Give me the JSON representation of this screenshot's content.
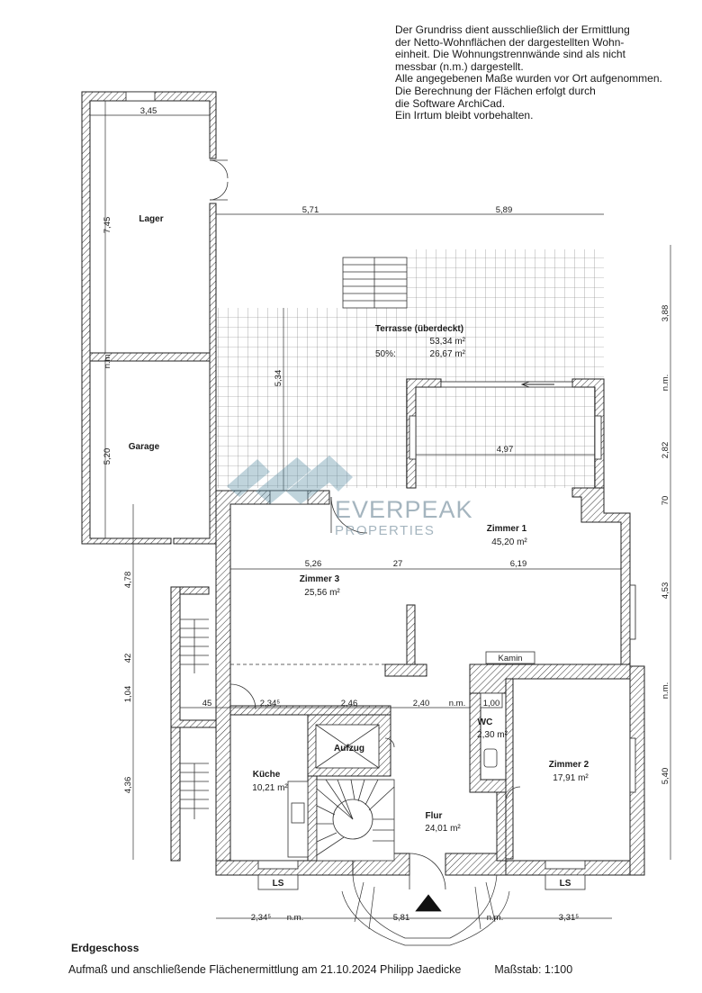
{
  "note": {
    "lines": [
      "Der Grundriss dient ausschließlich der Ermittlung",
      "der Netto-Wohnflächen der dargestellten Wohn-",
      "einheit. Die Wohnungstrennwände sind als nicht",
      "messbar (n.m.) dargestellt.",
      "Alle angegebenen Maße wurden vor Ort aufgenommen.",
      "Die Berechnung der Flächen erfolgt durch",
      "die Software ArchiCad.",
      "Ein Irrtum bleibt vorbehalten."
    ]
  },
  "rooms": {
    "lager": {
      "name": "Lager"
    },
    "garage": {
      "name": "Garage"
    },
    "terrasse": {
      "name": "Terrasse (überdeckt)",
      "area": "53,34 m²",
      "half_label": "50%:",
      "half_area": "26,67 m²"
    },
    "zimmer1": {
      "name": "Zimmer 1",
      "area": "45,20 m²"
    },
    "zimmer3": {
      "name": "Zimmer 3",
      "area": "25,56 m²"
    },
    "zimmer2": {
      "name": "Zimmer 2",
      "area": "17,91 m²"
    },
    "kueche": {
      "name": "Küche",
      "area": "10,21 m²"
    },
    "aufzug": {
      "name": "Aufzug"
    },
    "wc": {
      "name": "WC",
      "area": "2,30 m²"
    },
    "flur": {
      "name": "Flur",
      "area": "24,01 m²"
    },
    "kamin": {
      "name": "Kamin"
    },
    "ls_left": {
      "name": "LS"
    },
    "ls_right": {
      "name": "LS"
    }
  },
  "dimensions": {
    "lager_width": "3,45",
    "lager_height": "7,45",
    "nm_left": "n.m.",
    "garage_height": "5,20",
    "top_left": "5,71",
    "top_right": "5,89",
    "right_388": "3,88",
    "right_nm1": "n.m.",
    "right_282": "2,82",
    "right_70": "70",
    "right_453": "4,53",
    "right_nm2": "n.m.",
    "right_540": "5,40",
    "terrace_534": "5,34",
    "zimmer1_497": "4,97",
    "row_526": "5,26",
    "row_27": "27",
    "row_619": "6,19",
    "left_478": "4,78",
    "left_42": "42",
    "left_104": "1,04",
    "left_436": "4,36",
    "mid_45": "45",
    "mid_2345": "2,34⁵",
    "mid_246": "2,46",
    "mid_240": "2,40",
    "mid_nm": "n.m.",
    "mid_100": "1,00",
    "bot_2345": "2,34⁵",
    "bot_nm1": "n.m.",
    "bot_581": "5,81",
    "bot_nm2": "n.m.",
    "bot_3315": "3,31⁵"
  },
  "watermark": {
    "line1": "EVERPEAK",
    "line2": "PROPERTIES"
  },
  "footer": {
    "title": "Erdgeschoss",
    "survey": "Aufmaß und anschließende Flächenermittlung am 21.10.2024  Philipp Jaedicke",
    "scale": "Maßstab: 1:100"
  },
  "colors": {
    "wall_hatch": "#333333",
    "tile": "#555555",
    "watermark": "#5c8fa6"
  }
}
